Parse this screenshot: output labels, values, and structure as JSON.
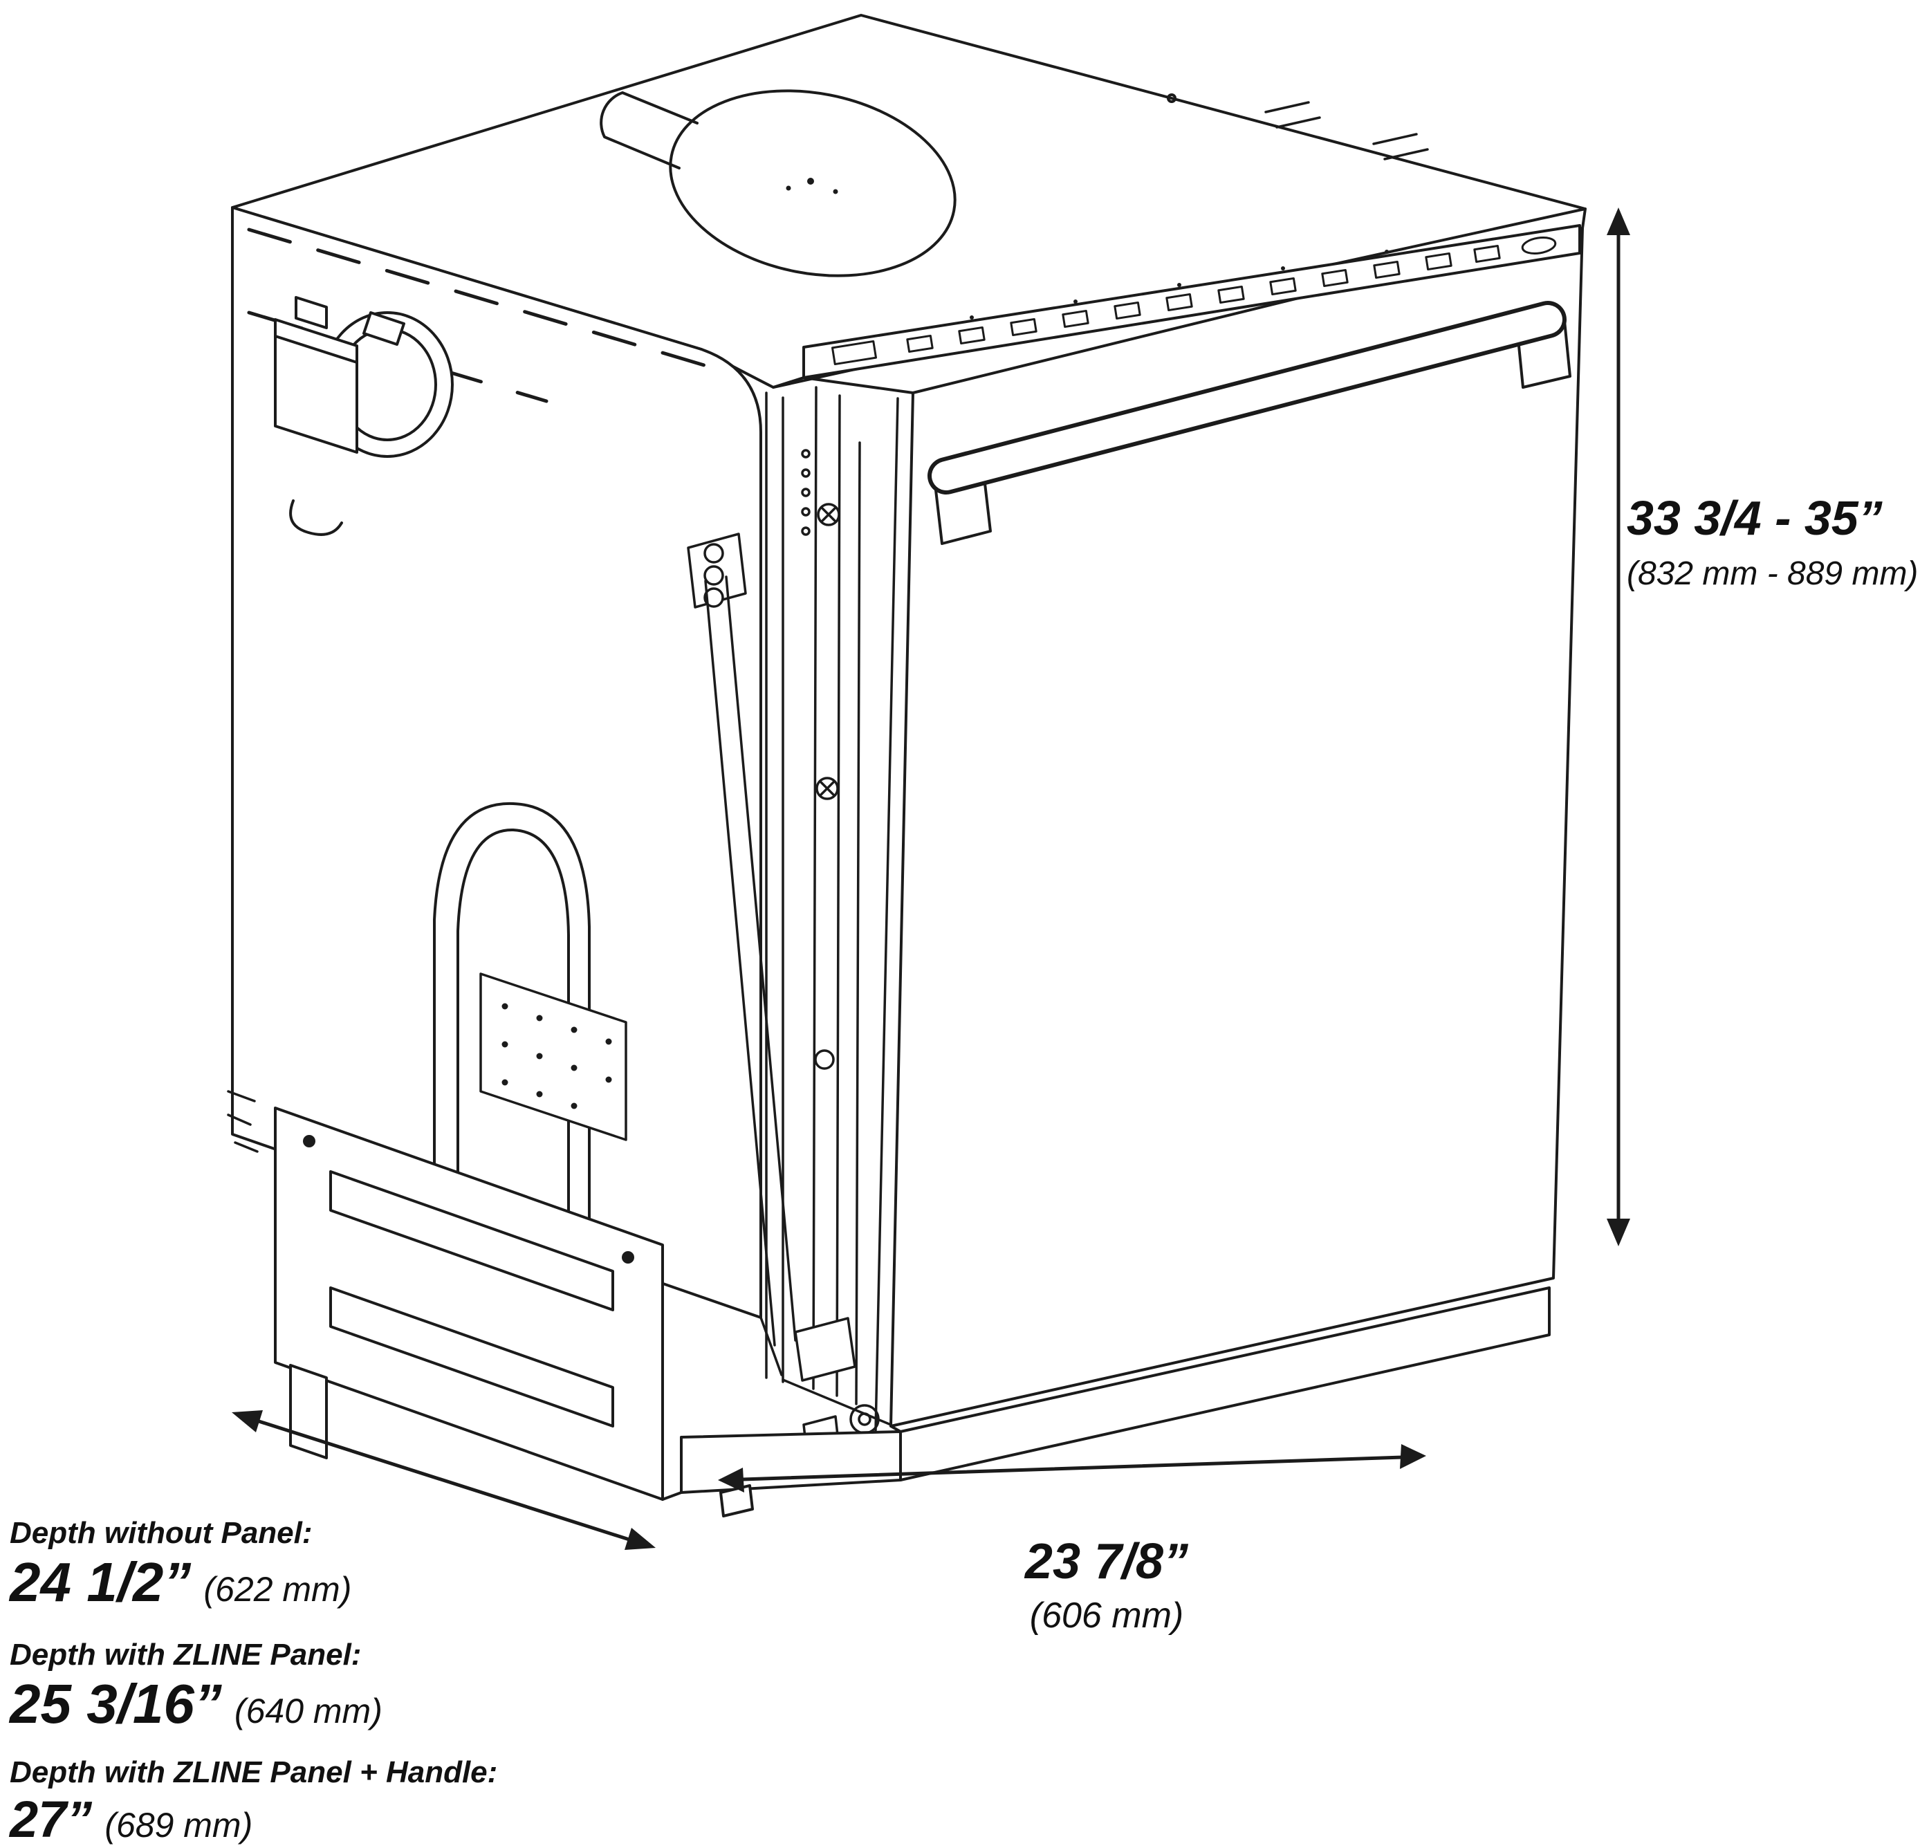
{
  "labels": {
    "height": {
      "value": "33 3/4 - 35”",
      "metric": "(832 mm - 889 mm)"
    },
    "width": {
      "value": "23 7/8”",
      "metric": "(606 mm)"
    },
    "depths": [
      {
        "caption": "Depth without Panel:",
        "value": "24 1/2”",
        "metric": "(622 mm)"
      },
      {
        "caption": "Depth with ZLINE Panel:",
        "value": "25 3/16”",
        "metric": "(640 mm)"
      },
      {
        "caption": "Depth with ZLINE Panel + Handle:",
        "value": "27”",
        "metric": "(689 mm)"
      }
    ]
  },
  "icons": {
    "height_arrow": "vertical-double-arrow",
    "width_arrow": "horizontal-double-arrow",
    "depth_arrow": "diagonal-double-arrow"
  },
  "colors": {
    "line": "#1b1b1b",
    "text": "#111111",
    "background": "#ffffff"
  }
}
